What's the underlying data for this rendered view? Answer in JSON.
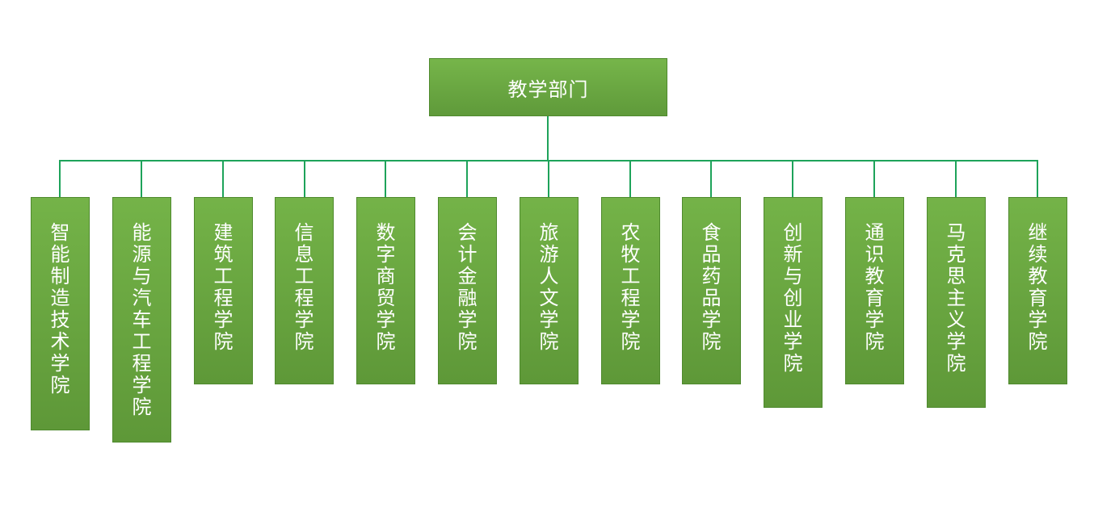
{
  "root": {
    "label": "教学部门"
  },
  "children": [
    {
      "label": "智能制造技术学院"
    },
    {
      "label": "能源与汽车工程学院"
    },
    {
      "label": "建筑工程学院"
    },
    {
      "label": "信息工程学院"
    },
    {
      "label": "数字商贸学院"
    },
    {
      "label": "会计金融学院"
    },
    {
      "label": "旅游人文学院"
    },
    {
      "label": "农牧工程学院"
    },
    {
      "label": "食品药品学院"
    },
    {
      "label": "创新与创业学院"
    },
    {
      "label": "通识教育学院"
    },
    {
      "label": "马克思主义学院"
    },
    {
      "label": "继续教育学院"
    }
  ],
  "colors": {
    "box_fill": "#6aa842",
    "box_border": "#4f8a2e",
    "connector": "#1ea35a",
    "text": "#ffffff"
  }
}
